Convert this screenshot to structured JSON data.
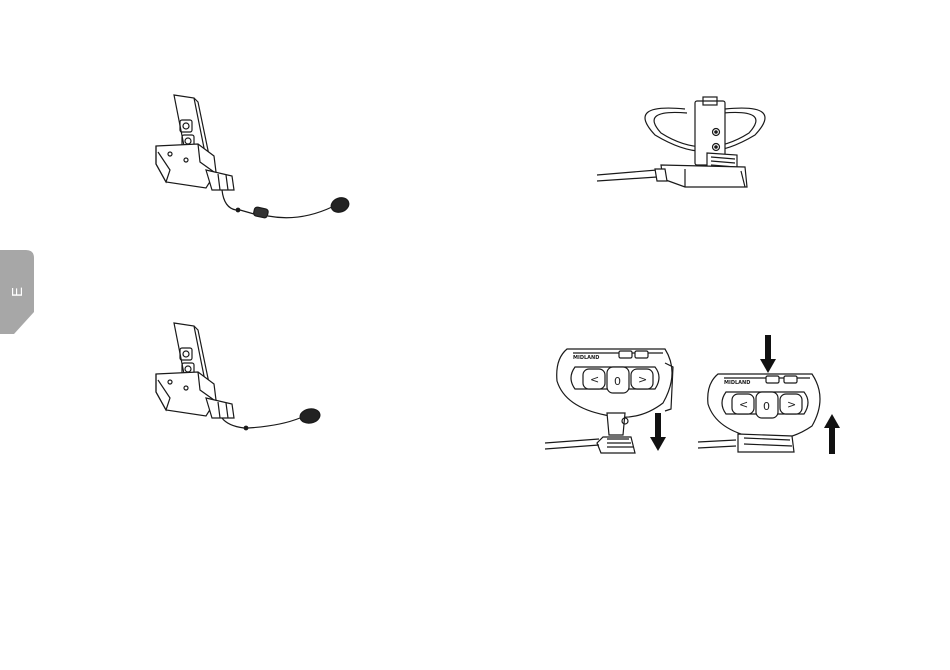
{
  "side_tab": {
    "label": "E",
    "color": "#a7a7a7"
  },
  "figures": {
    "boom_mic_base": {
      "name": "boom-microphone-base-illustration",
      "icon": "boom-mic-icon"
    },
    "flush_mic_base": {
      "name": "flush-microphone-base-illustration",
      "icon": "button-mic-icon"
    },
    "helmet_clip": {
      "name": "helmet-clip-illustration",
      "icon": "helmet-clip-icon"
    },
    "device_remove": {
      "name": "device-slide-off-illustration",
      "arrow": "down-arrow-icon",
      "brand": "MIDLAND",
      "buttons": [
        "<",
        "0",
        ">"
      ]
    },
    "device_attach": {
      "name": "device-slide-on-illustration",
      "arrows": [
        "down-arrow-icon",
        "up-arrow-icon"
      ],
      "brand": "MIDLAND",
      "buttons": [
        "<",
        "0",
        ">"
      ]
    }
  },
  "colors": {
    "line": "#1a1a1a",
    "tab": "#a7a7a7",
    "arrow": "#111111"
  }
}
